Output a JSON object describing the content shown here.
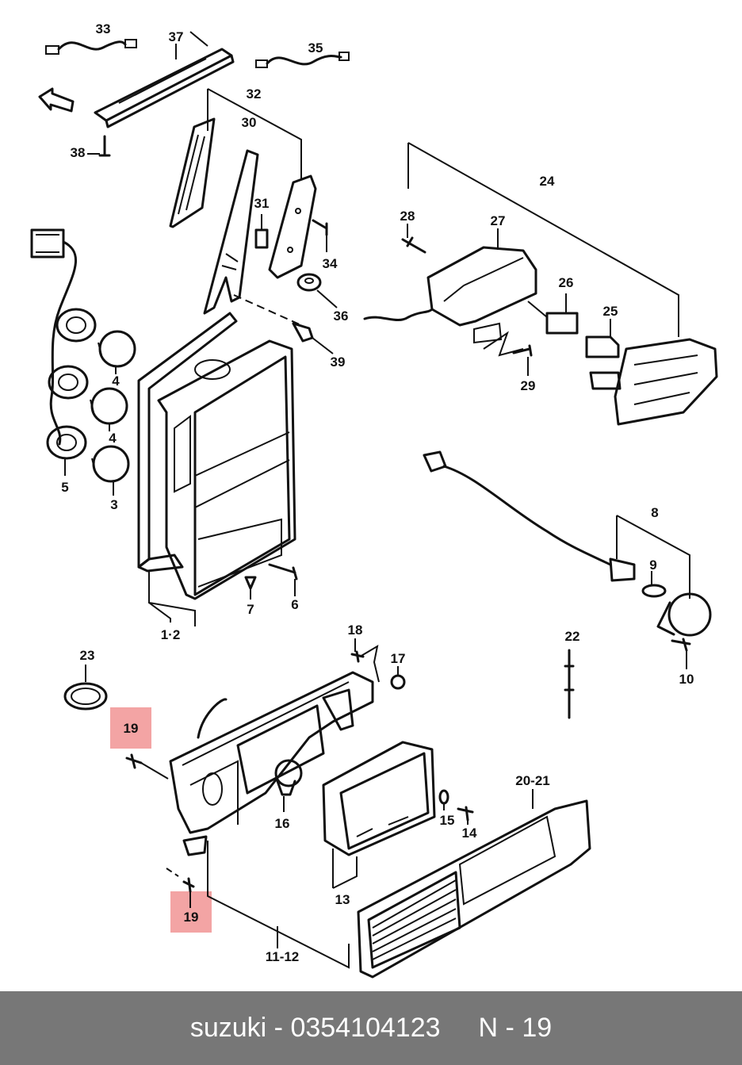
{
  "callouts": {
    "c33": "33",
    "c37": "37",
    "c35": "35",
    "c38": "38",
    "c32": "32",
    "c30": "30",
    "c31": "31",
    "c34": "34",
    "c36": "36",
    "c39": "39",
    "c28": "28",
    "c27": "27",
    "c24": "24",
    "c26": "26",
    "c25": "25",
    "c29": "29",
    "c4a": "4",
    "c4b": "4",
    "c5": "5",
    "c3": "3",
    "c7": "7",
    "c6": "6",
    "c12": "1·2",
    "c8": "8",
    "c9": "9",
    "c10": "10",
    "c23": "23",
    "c18": "18",
    "c17": "17",
    "c22": "22",
    "c19a": "19",
    "c16": "16",
    "c2021": "20-21",
    "c15": "15",
    "c14": "14",
    "c13": "13",
    "c19b": "19",
    "c1112": "11-12"
  },
  "highlight_color": "#f3a4a4",
  "footer": {
    "part_number": "suzuki - 0354104123",
    "page_ref": "N - 19",
    "background": "#777777"
  }
}
